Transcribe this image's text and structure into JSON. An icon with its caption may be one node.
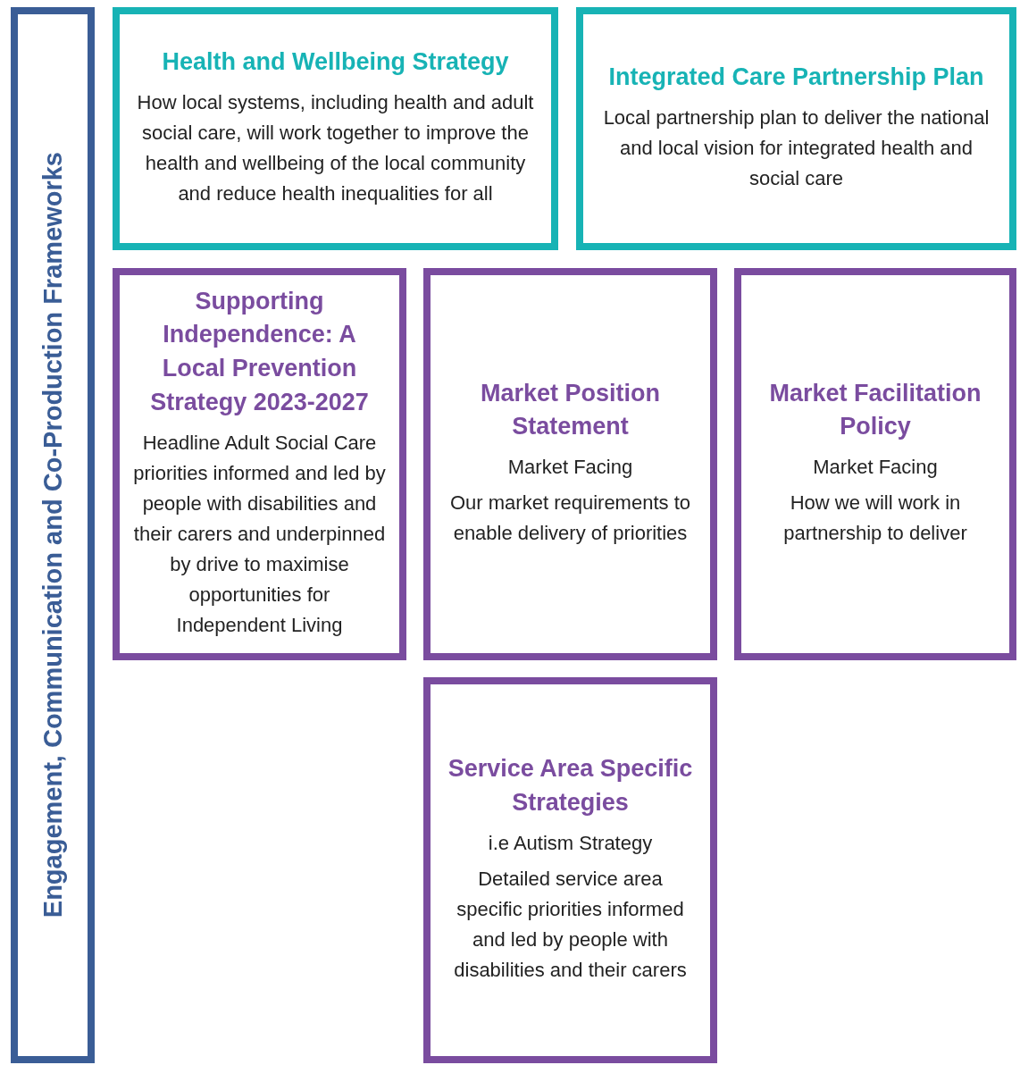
{
  "diagram": {
    "nodes": [
      {
        "text": [
          "Engagement, Communication and Co-Production Frameworks"
        ]
      },
      {
        "text": [
          "Health and Wellbeing Strategy",
          "How local systems, including health and adult social care, will work together to improve the health and wellbeing of the local community and reduce health inequalities for all"
        ]
      },
      {
        "text": [
          "Integrated Care Partnership Plan",
          "Local partnership plan to deliver the national and local vision for integrated health and social care"
        ]
      },
      {
        "text": [
          "Supporting Independence: A Local Prevention Strategy 2023-2027",
          "Headline Adult Social Care priorities informed and led by people with disabilities and their carers and underpinned by drive to maximise opportunities for Independent Living"
        ]
      },
      {
        "text": [
          "Market Position Statement",
          "Market Facing",
          "Our market requirements to enable delivery of priorities"
        ]
      },
      {
        "text": [
          "Market Facilitation Policy",
          "Market Facing",
          "How we will work in partnership to deliver"
        ]
      },
      {
        "text": [
          "Service Area Specific Strategies",
          "i.e Autism Strategy",
          "Detailed service area specific priorities informed and led by people with disabilities and their carers"
        ]
      }
    ]
  }
}
